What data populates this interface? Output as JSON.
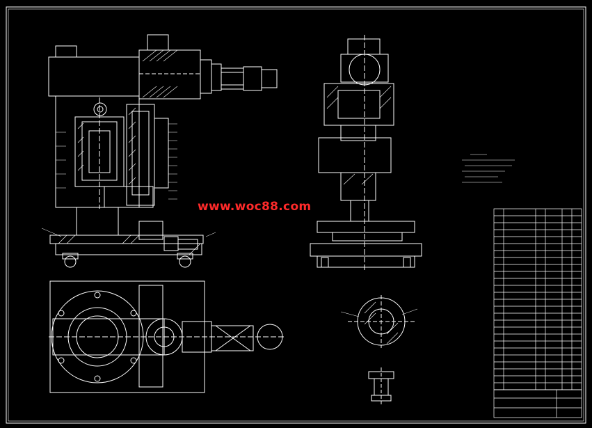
{
  "watermark": {
    "text": "www.woc88.com"
  },
  "colors": {
    "background": "#000000",
    "line": "#ffffff",
    "dim": "#ffffff",
    "watermark": "#ff2a2a"
  },
  "views": [
    {
      "id": "front-section-view",
      "icon": "cad-section-view"
    },
    {
      "id": "side-view",
      "icon": "cad-elevation-view"
    },
    {
      "id": "top-view",
      "icon": "cad-plan-view"
    },
    {
      "id": "section-a-a",
      "icon": "cad-detail-view"
    },
    {
      "id": "section-b-b",
      "icon": "cad-detail-view"
    }
  ]
}
